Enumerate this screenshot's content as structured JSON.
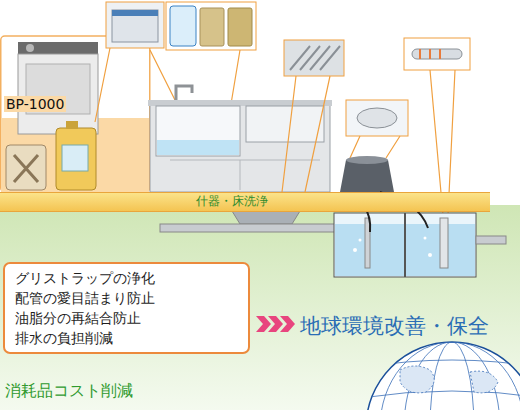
{
  "diagram": {
    "nodes": [
      {
        "text": [
          "什器・床洗浄"
        ]
      },
      {
        "text": [
          "グリストラップの浄化",
          "配管の愛目詰まり防止",
          "油脂分の再結合防止",
          "排水の負担削減"
        ]
      }
    ],
    "labels": [
      "BP-1000",
      "消耗品コスト削減",
      "地球環境改善・保全"
    ]
  }
}
